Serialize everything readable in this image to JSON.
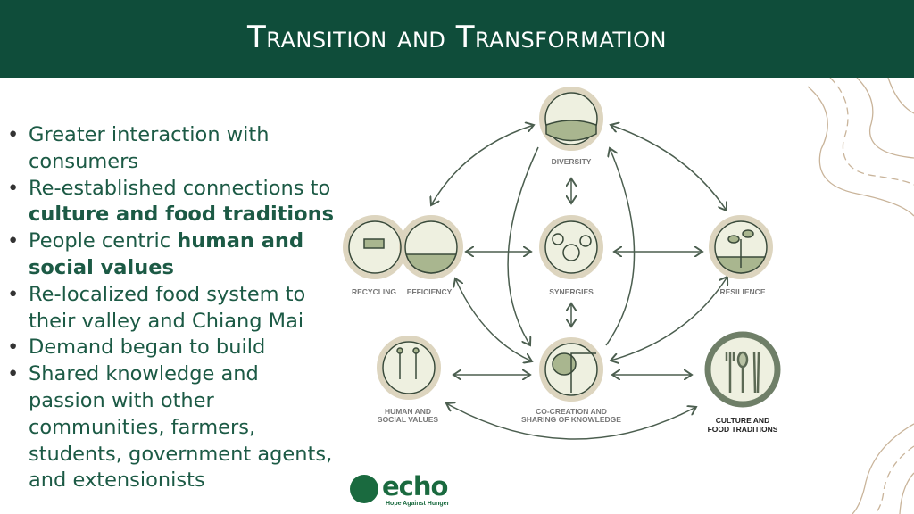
{
  "title": "Transition and Transformation",
  "bullets": [
    {
      "pre": "Greater interaction with consumers",
      "bold": "",
      "post": ""
    },
    {
      "pre": "Re-established connections to ",
      "bold": "culture and food traditions",
      "post": ""
    },
    {
      "pre": "People centric ",
      "bold": "human and social values",
      "post": ""
    },
    {
      "pre": "Re-localized food system to their valley and Chiang Mai",
      "bold": "",
      "post": ""
    },
    {
      "pre": "Demand began to build",
      "bold": "",
      "post": ""
    },
    {
      "pre": "Shared knowledge and passion with other communities, farmers, students, government agents, and extensionists",
      "bold": "",
      "post": ""
    }
  ],
  "diagram": {
    "diversity": "DIVERSITY",
    "recycling": "RECYCLING",
    "efficiency": "EFFICIENCY",
    "synergies": "SYNERGIES",
    "resilience": "RESILIENCE",
    "human1": "HUMAN AND",
    "human2": "SOCIAL VALUES",
    "co1": "CO-CREATION AND",
    "co2": "SHARING OF KNOWLEDGE",
    "culture1": "CULTURE AND",
    "culture2": "FOOD TRADITIONS"
  },
  "logo": {
    "name": "echo",
    "tagline": "Hope Against Hunger"
  }
}
